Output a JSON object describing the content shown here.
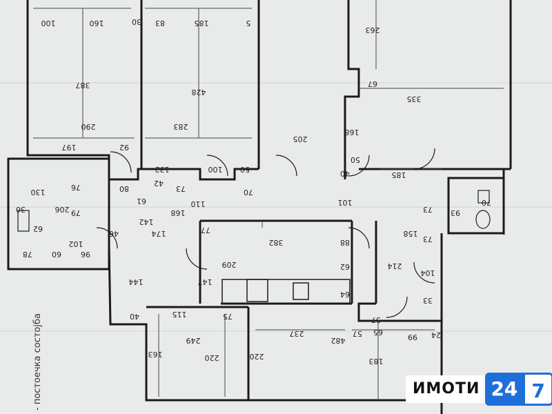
{
  "caption": "- постоечка состојба",
  "dimensions": [
    "100",
    "160",
    "30",
    "83",
    "185",
    "5",
    "263",
    "387",
    "428",
    "290",
    "283",
    "67",
    "335",
    "197",
    "92",
    "132",
    "100",
    "50",
    "205",
    "168",
    "70",
    "40",
    "50",
    "185",
    "130",
    "76",
    "80",
    "42",
    "73",
    "61",
    "30",
    "206",
    "79",
    "142",
    "168",
    "110",
    "101",
    "93",
    "70",
    "73",
    "62",
    "46",
    "174",
    "77",
    "382",
    "158",
    "88",
    "73",
    "102",
    "60",
    "78",
    "96",
    "209",
    "62",
    "214",
    "104",
    "144",
    "147",
    "64",
    "33",
    "40",
    "115",
    "75",
    "237",
    "482",
    "57",
    "65",
    "37",
    "99",
    "24",
    "163",
    "249",
    "220",
    "220",
    "183"
  ],
  "logo": {
    "word": "ИМОТИ",
    "num1": "24",
    "num2": "7"
  },
  "colors": {
    "paper": "#e9ebea",
    "line": "#1a1a1a",
    "brand": "#1e6fd9"
  }
}
